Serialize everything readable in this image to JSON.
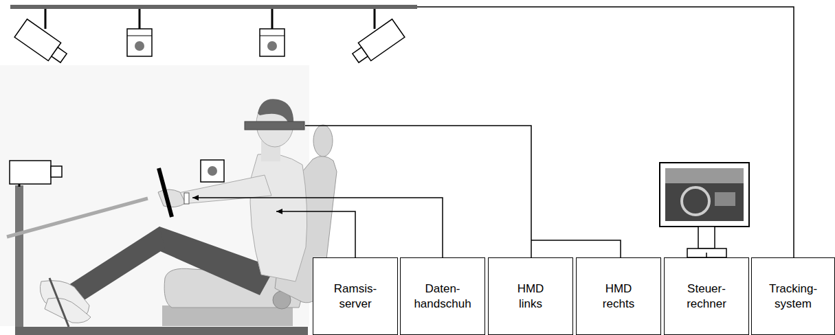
{
  "diagram": {
    "nodes": [
      {
        "text": [
          "Ramsis- server"
        ]
      },
      {
        "text": [
          "Daten- handschuh"
        ]
      },
      {
        "text": [
          "HMD links"
        ]
      },
      {
        "text": [
          "HMD rechts"
        ]
      },
      {
        "text": [
          "Steuer- rechner"
        ]
      },
      {
        "text": [
          "Tracking- system"
        ]
      }
    ]
  }
}
